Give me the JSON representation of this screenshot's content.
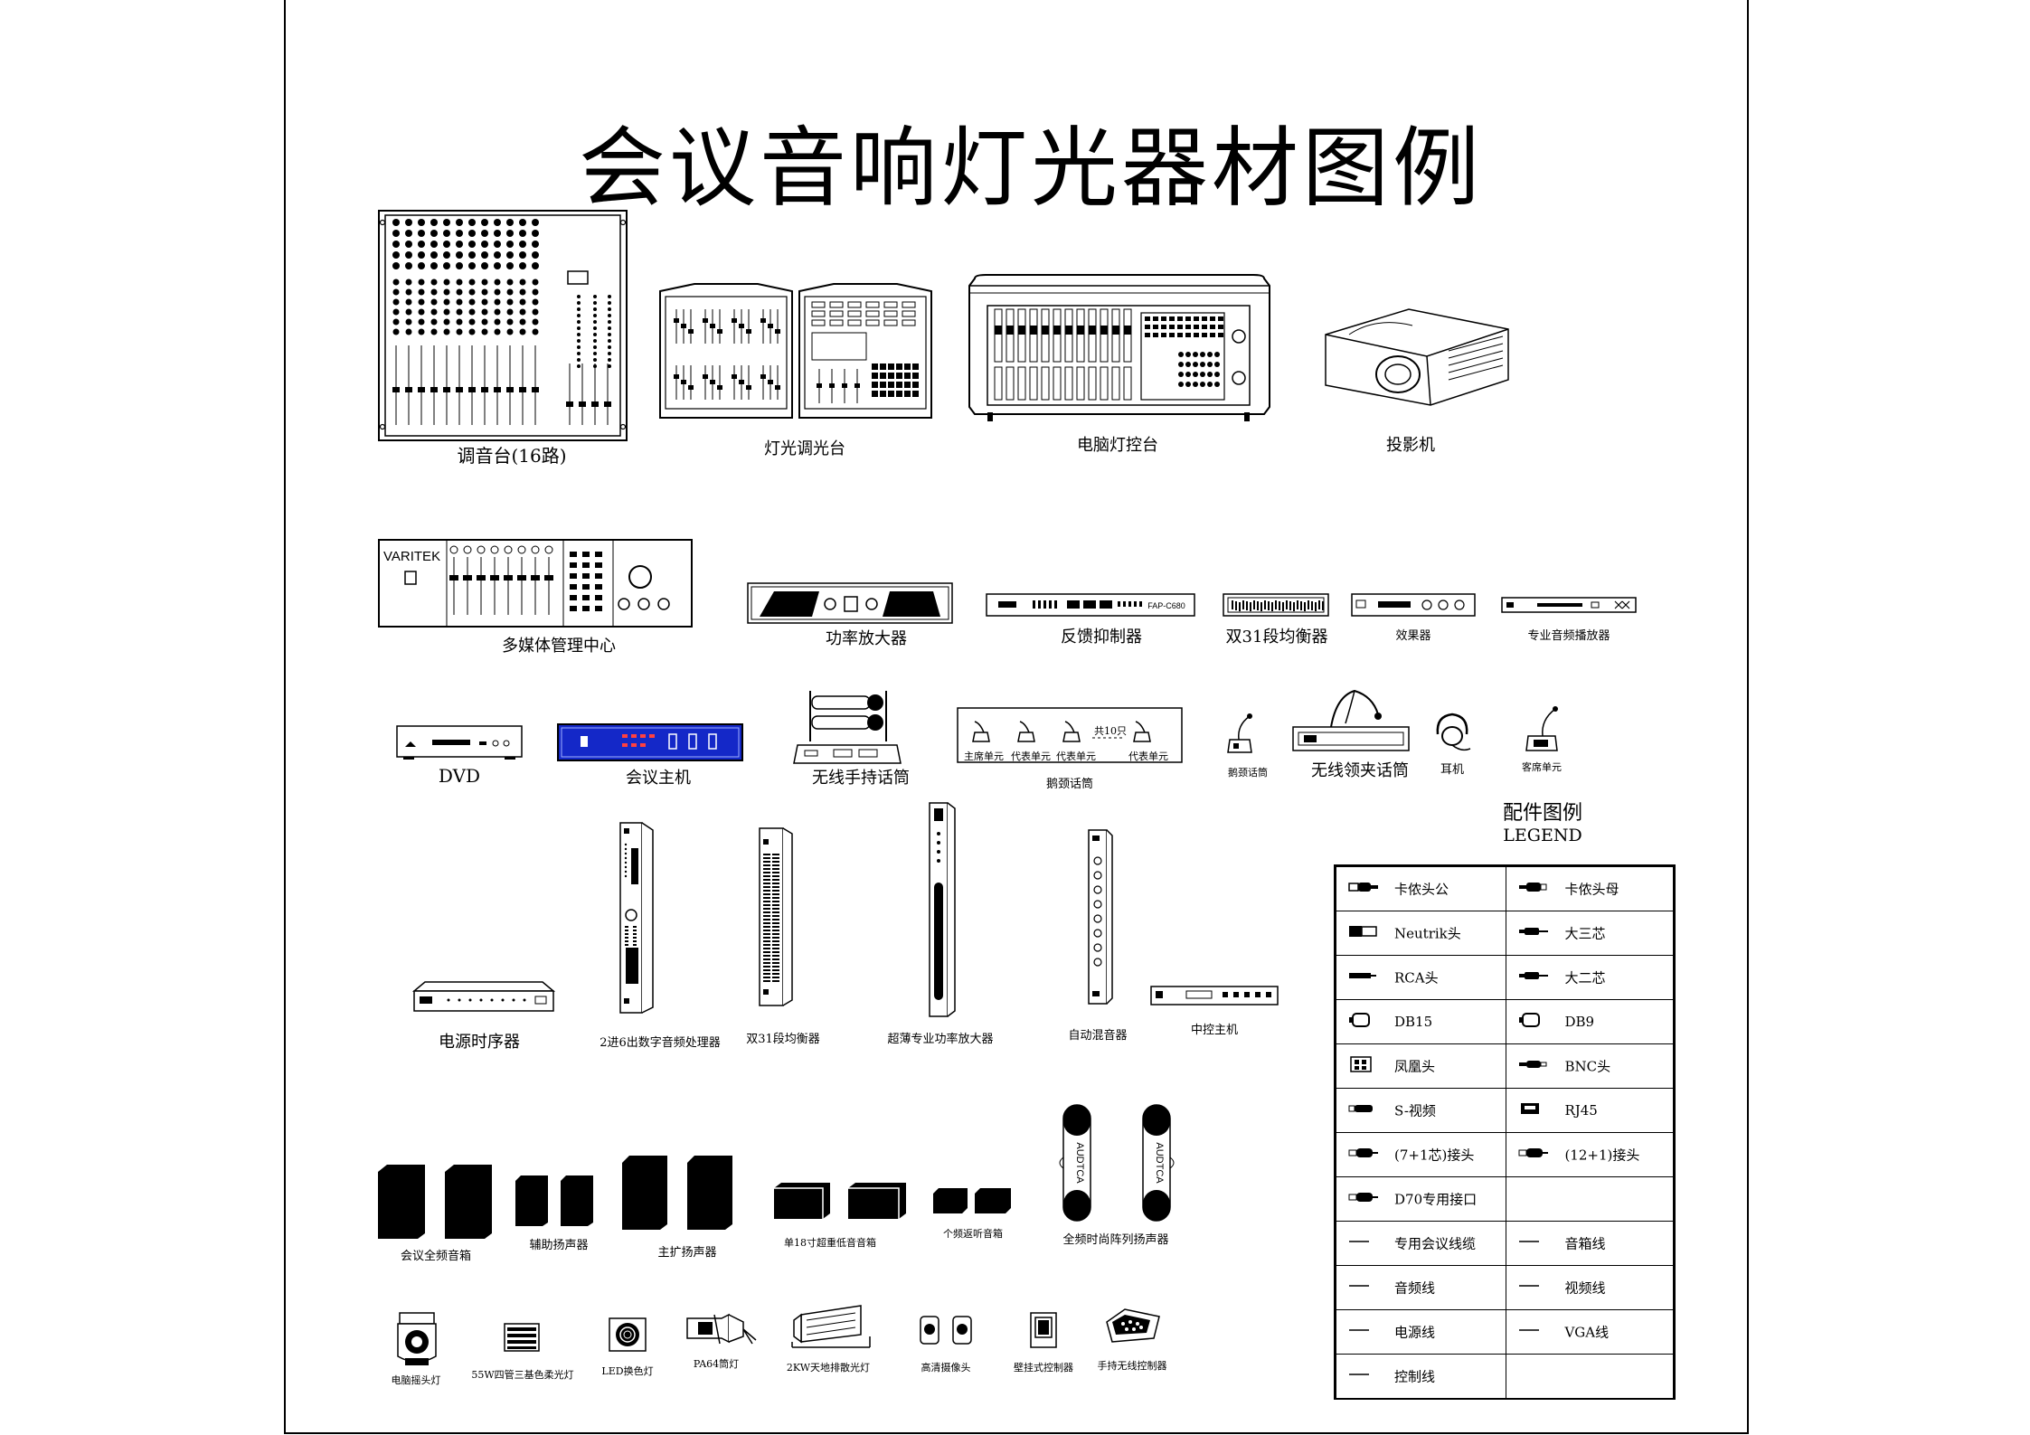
{
  "page_title": "会议音响灯光器材图例",
  "equipment": {
    "mixer": "调音台(16路)",
    "light_console": "灯光调光台",
    "pc_light_console": "电脑灯控台",
    "projector": "投影机",
    "media_center": "多媒体管理中心",
    "media_brand": "VARITEK",
    "power_amp": "功率放大器",
    "feedback": "反馈抑制器",
    "feedback_brand": "FAP-C680",
    "eq31": "双31段均衡器",
    "effects": "效果器",
    "pro_player": "专业音频播放器",
    "dvd": "DVD",
    "conf_host": "会议主机",
    "wireless_handheld": "无线手持话筒",
    "goose_mic": "鹅颈话筒",
    "goose_count": "共10只",
    "goose_units": [
      "主席单元",
      "代表单元",
      "代表单元",
      "代表单元"
    ],
    "goose_mic_single": "鹅颈话筒",
    "lapel_mic": "无线领夹话筒",
    "earphone": "耳机",
    "guest_unit": "客席单元",
    "power_seq": "电源时序器",
    "dsp": "2进6出数字音频处理器",
    "eq31_b": "双31段均衡器",
    "thin_amp": "超薄专业功率放大器",
    "auto_mixer": "自动混音器",
    "central_ctrl": "中控主机",
    "full_range": "会议全频音箱",
    "aux_speaker": "辅助扬声器",
    "main_speaker": "主扩扬声器",
    "subwoofer": "单18寸超重低音音箱",
    "monitor": "个频返听音箱",
    "line_array": "全频时尚阵列扬声器",
    "line_array_brand": "AUDTCA",
    "moving_head": "电脑摇头灯",
    "soft_light": "55W四管三基色柔光灯",
    "led_light": "LED换色灯",
    "par64": "PA64筒灯",
    "flood_light": "2KW天地排散光灯",
    "hd_camera": "高清摄像头",
    "wall_panel": "壁挂式控制器",
    "handheld_ctrl": "手持无线控制器"
  },
  "legend": {
    "title_cn": "配件图例",
    "title_en": "LEGEND",
    "rows": [
      [
        "卡侬头公",
        "卡侬头母"
      ],
      [
        "Neutrik头",
        "大三芯"
      ],
      [
        "RCA头",
        "大二芯"
      ],
      [
        "DB15",
        "DB9"
      ],
      [
        "凤凰头",
        "BNC头"
      ],
      [
        "S-视频",
        "RJ45"
      ],
      [
        "(7+1芯)接头",
        "(12+1)接头"
      ],
      [
        "D70专用接口",
        ""
      ],
      [
        "专用会议线缆",
        "音箱线"
      ],
      [
        "音频线",
        "视频线"
      ],
      [
        "电源线",
        "VGA线"
      ],
      [
        "控制线",
        ""
      ]
    ]
  }
}
